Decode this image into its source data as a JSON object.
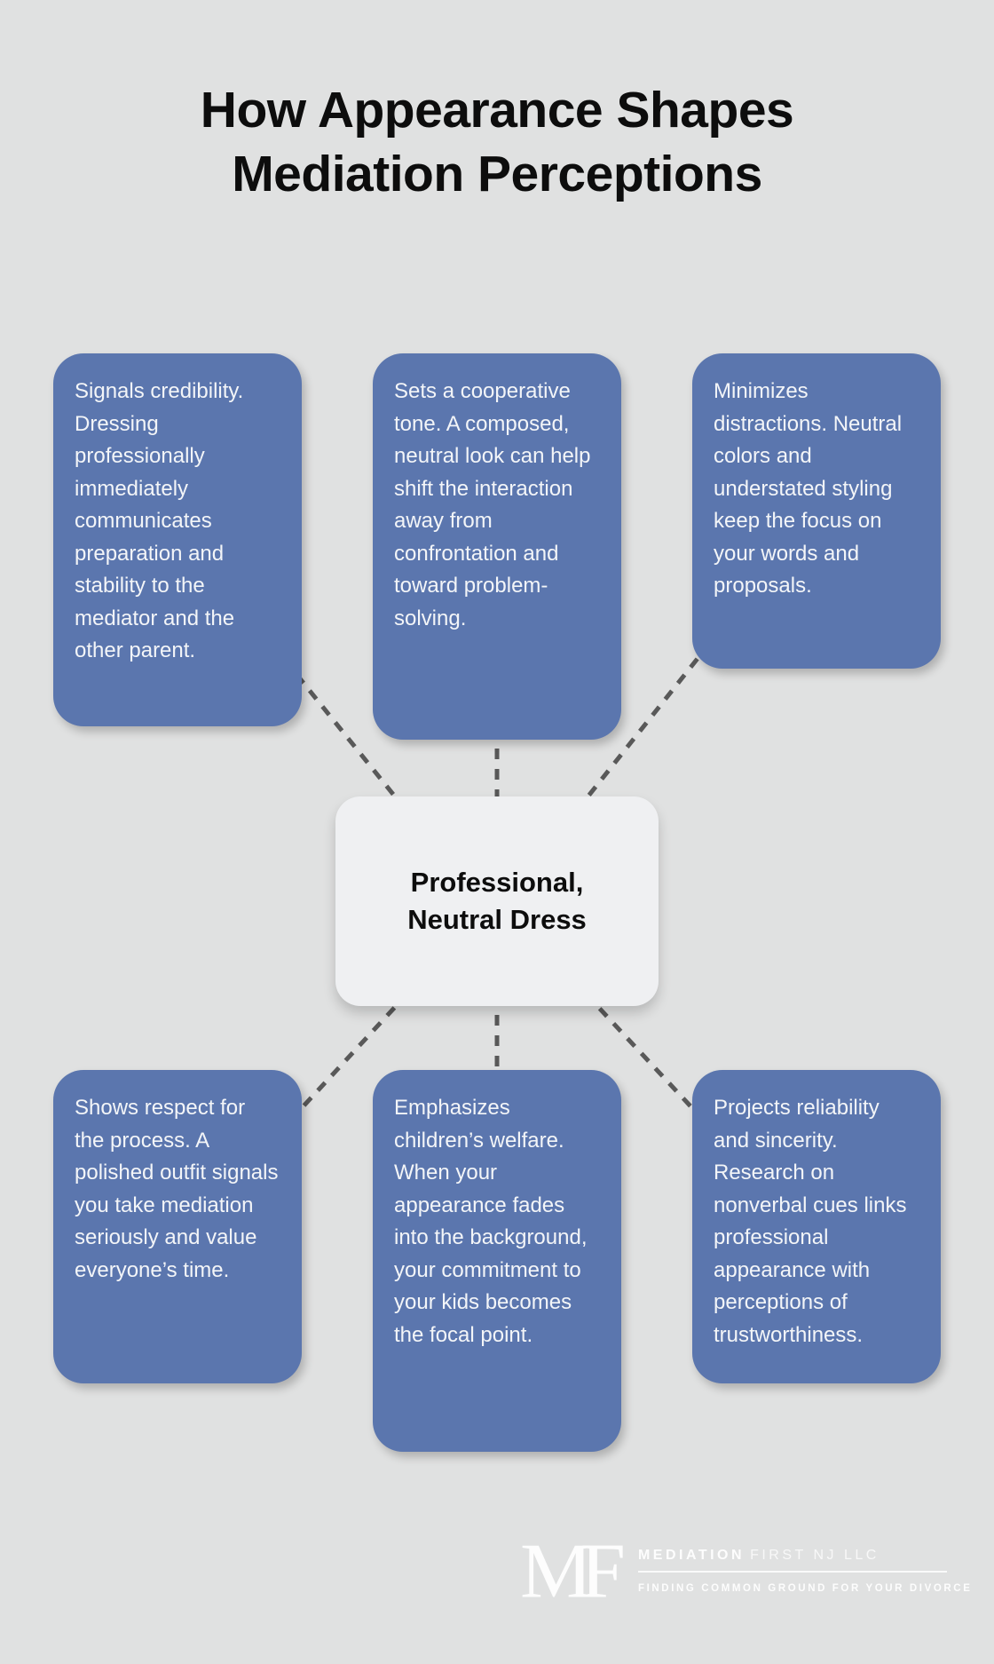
{
  "title": {
    "line1": "How Appearance Shapes",
    "line2": "Mediation Perceptions"
  },
  "center_node": {
    "line1": "Professional,",
    "line2": "Neutral Dress"
  },
  "nodes": [
    {
      "id": "top-left",
      "text": "Signals credibility. Dressing professionally immediately communicates preparation and stability to the mediator and the other parent."
    },
    {
      "id": "top-middle",
      "text": "Sets a cooperative tone. A composed, neutral look can help shift the interaction away from confrontation and toward problem-solving."
    },
    {
      "id": "top-right",
      "text": "Minimizes distractions. Neutral colors and understated styling keep the focus on your words and proposals."
    },
    {
      "id": "bottom-left",
      "text": "Shows respect for the process. A polished outfit signals you take mediation seriously and value everyone’s time."
    },
    {
      "id": "bottom-middle",
      "text": "Emphasizes children’s welfare. When your appearance fades into the background, your commitment to your kids becomes the focal point."
    },
    {
      "id": "bottom-right",
      "text": "Projects reliability and sincerity. Research on nonverbal cues links professional appearance with perceptions of trustworthiness."
    }
  ],
  "logo": {
    "monogram": "MF",
    "name_bold": "MEDIATION",
    "name_light": "FIRST NJ LLC",
    "tagline": "FINDING COMMON GROUND FOR YOUR DIVORCE"
  },
  "colors": {
    "background": "#e0e1e1",
    "node_blue": "#5b76ae",
    "center_bg": "#eff0f2",
    "dash": "#595959",
    "node_text": "#f3f5f8",
    "title_text": "#0d0d0d"
  }
}
